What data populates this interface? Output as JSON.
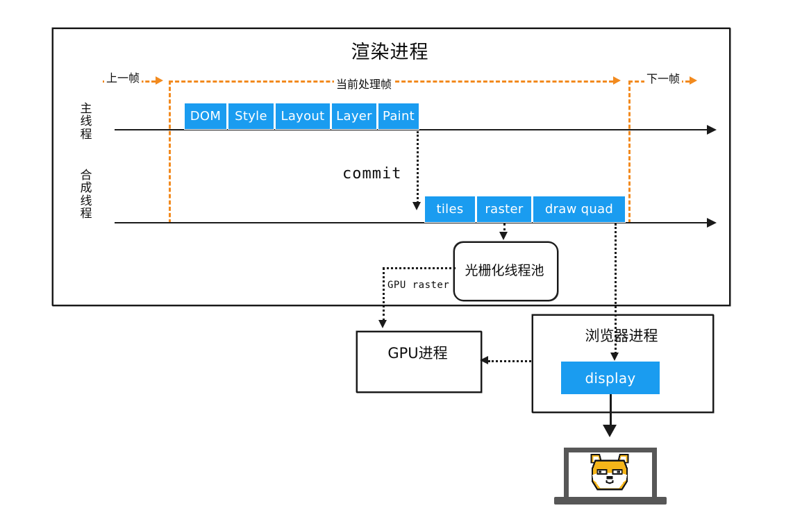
{
  "diagram": {
    "title": "渲染进程",
    "lanes": {
      "main_thread": "主线程",
      "compositor_thread": "合成线程"
    },
    "frames": {
      "previous": "上一帧",
      "current": "当前处理帧",
      "next": "下一帧"
    },
    "main_thread_blocks": [
      {
        "label": "DOM"
      },
      {
        "label": "Style"
      },
      {
        "label": "Layout"
      },
      {
        "label": "Layer"
      },
      {
        "label": "Paint"
      }
    ],
    "compositor_blocks": [
      {
        "label": "tiles"
      },
      {
        "label": "raster"
      },
      {
        "label": "draw quad"
      }
    ],
    "connectors": {
      "commit": "commit",
      "gpu_raster": "GPU raster"
    },
    "nodes": {
      "raster_thread_pool": "光栅化线程池",
      "gpu_process": "GPU进程",
      "browser_process": "浏览器进程",
      "display": "display"
    },
    "colors": {
      "block_blue": "#1a9cf0",
      "frame_orange": "#f28a1e",
      "stroke_black": "#1a1a1a",
      "laptop_gray": "#575757",
      "doge_orange": "#f5b519"
    },
    "icons": {
      "laptop": "laptop-icon",
      "doge": "doge-face-icon"
    }
  }
}
